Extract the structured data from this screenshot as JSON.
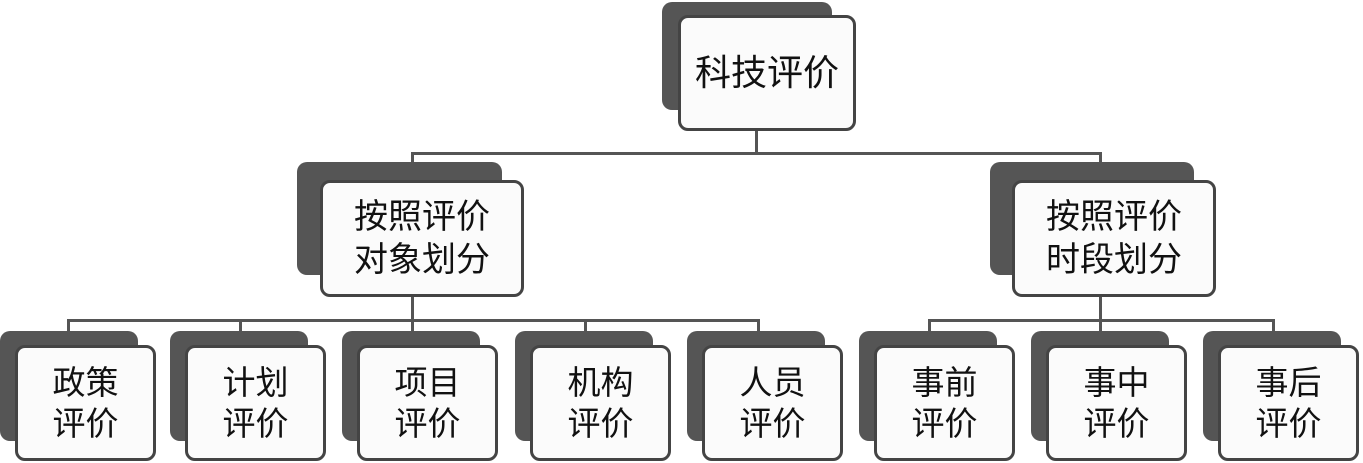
{
  "root": {
    "label": "科技评价"
  },
  "branches": [
    {
      "line1": "按照评价",
      "line2": "对象划分",
      "children": [
        {
          "line1": "政策",
          "line2": "评价"
        },
        {
          "line1": "计划",
          "line2": "评价"
        },
        {
          "line1": "项目",
          "line2": "评价"
        },
        {
          "line1": "机构",
          "line2": "评价"
        },
        {
          "line1": "人员",
          "line2": "评价"
        }
      ]
    },
    {
      "line1": "按照评价",
      "line2": "时段划分",
      "children": [
        {
          "line1": "事前",
          "line2": "评价"
        },
        {
          "line1": "事中",
          "line2": "评价"
        },
        {
          "line1": "事后",
          "line2": "评价"
        }
      ]
    }
  ]
}
